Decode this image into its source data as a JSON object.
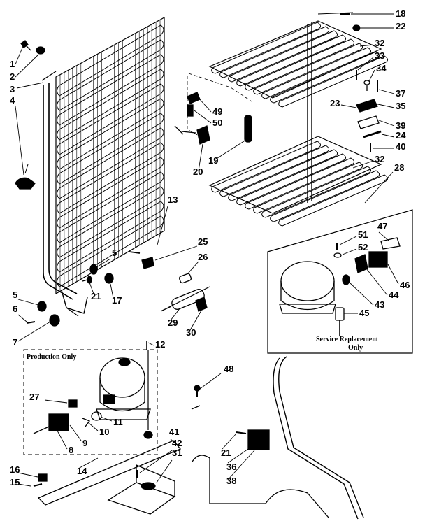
{
  "box_labels": {
    "production": "Production Only",
    "service_line1": "Service Replacement",
    "service_line2": "Only"
  },
  "callouts": [
    "1",
    "2",
    "3",
    "4",
    "5",
    "5",
    "6",
    "7",
    "8",
    "9",
    "10",
    "11",
    "12",
    "13",
    "14",
    "15",
    "16",
    "17",
    "18",
    "19",
    "20",
    "21",
    "21",
    "22",
    "23",
    "24",
    "25",
    "26",
    "27",
    "28",
    "29",
    "30",
    "31",
    "32",
    "32",
    "33",
    "34",
    "35",
    "36",
    "37",
    "38",
    "39",
    "40",
    "41",
    "42",
    "43",
    "44",
    "45",
    "46",
    "47",
    "48",
    "49",
    "50",
    "51",
    "52"
  ]
}
